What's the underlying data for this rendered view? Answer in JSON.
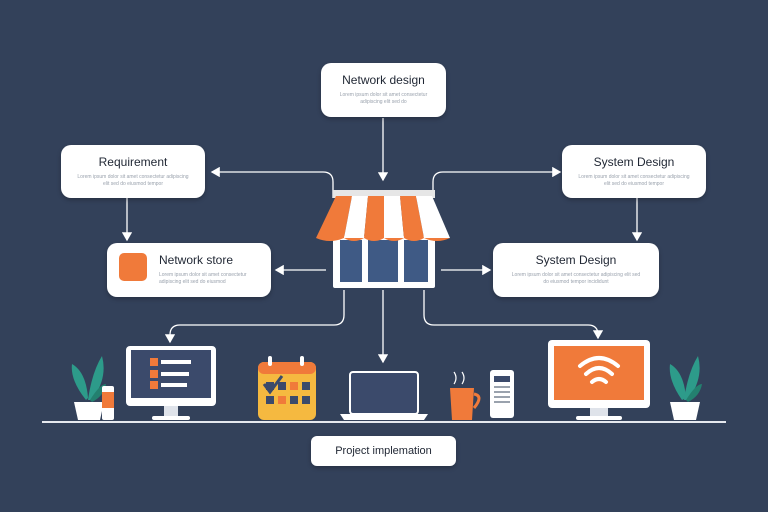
{
  "diagram": {
    "nodes": {
      "network_design": {
        "title": "Network design",
        "desc": "Lorem ipsum dolor sit amet consectetur adipiscing elit sed do"
      },
      "requirement": {
        "title": "Requirement",
        "desc": "Lorem ipsum dolor sit amet consectetur adipiscing elit sed do eiusmod tempor"
      },
      "system_design_top": {
        "title": "System Design",
        "desc": "Lorem ipsum dolor sit amet consectetur adipiscing elit sed do eiusmod tempor"
      },
      "network_store": {
        "title": "Network store",
        "desc": "Lorem ipsum dolor sit amet consectetur adipiscing elit sed do eiusmod"
      },
      "system_design_mid": {
        "title": "System Design",
        "desc": "Lorem ipsum dolor sit amet consectetur adipiscing elit sed do eiusmod tempor incididunt"
      },
      "project_implementation": {
        "title": "Project implemation"
      }
    }
  },
  "colors": {
    "background": "#33415a",
    "accent": "#f07a3a",
    "card": "#ffffff",
    "screen": "#3b4a6b",
    "connector": "#ffffff"
  },
  "icons": [
    "storefront-icon",
    "monitor-list-icon",
    "calendar-icon",
    "laptop-icon",
    "coffee-mug-icon",
    "phone-icon",
    "wifi-monitor-icon",
    "plant-icon",
    "bottle-icon"
  ]
}
